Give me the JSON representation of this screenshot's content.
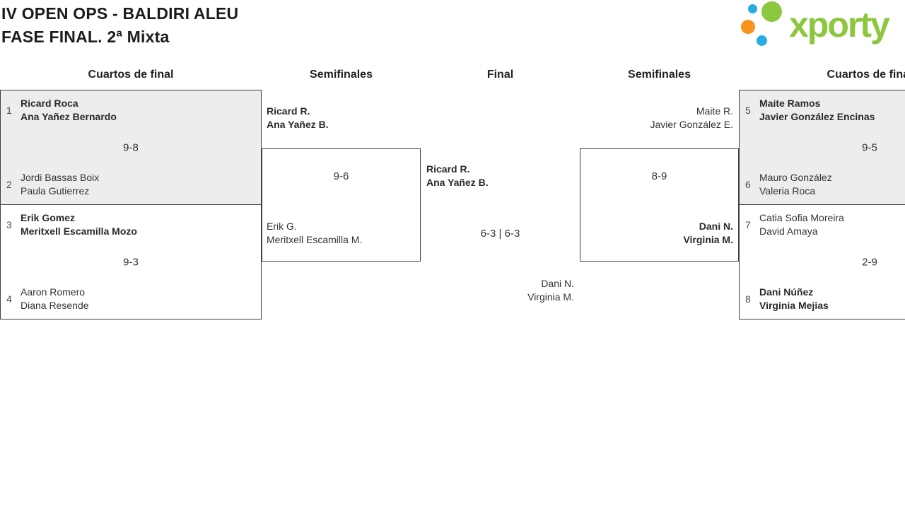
{
  "header": {
    "title": "IV OPEN OPS - BALDIRI ALEU",
    "subtitle": "FASE FINAL. 2ª Mixta"
  },
  "logo": {
    "text": "xporty",
    "colors": {
      "green": "#8dc63f",
      "blue": "#29abe2",
      "orange": "#f7941e"
    }
  },
  "columns": [
    {
      "label": "Cuartos de final"
    },
    {
      "label": "Semifinales"
    },
    {
      "label": "Final"
    },
    {
      "label": "Semifinales"
    },
    {
      "label": "Cuartos de final"
    }
  ],
  "bracket": {
    "qf_left": {
      "match1": {
        "team1": {
          "seed": "1",
          "line1": "Ricard Roca",
          "line2": "Ana Yañez Bernardo",
          "winner": true
        },
        "score": "9-8",
        "team2": {
          "seed": "2",
          "line1": "Jordi Bassas Boix",
          "line2": "Paula Gutierrez",
          "winner": false
        }
      },
      "match2": {
        "team1": {
          "seed": "3",
          "line1": "Erik Gomez",
          "line2": "Meritxell Escamilla Mozo",
          "winner": true
        },
        "score": "9-3",
        "team2": {
          "seed": "4",
          "line1": "Aaron Romero",
          "line2": "Diana Resende",
          "winner": false
        }
      }
    },
    "sf_left": {
      "team1": {
        "line1": "Ricard R.",
        "line2": "Ana Yañez B.",
        "winner": true
      },
      "score": "9-6",
      "team2": {
        "line1": "Erik G.",
        "line2": "Meritxell Escamilla M.",
        "winner": false
      }
    },
    "final": {
      "team1": {
        "line1": "Ricard R.",
        "line2": "Ana Yañez B.",
        "winner": true
      },
      "score": "6-3 | 6-3",
      "team2": {
        "line1": "Dani N.",
        "line2": "Virginia M.",
        "winner": false
      }
    },
    "sf_right": {
      "team1": {
        "line1": "Maite R.",
        "line2": "Javier González E.",
        "winner": false
      },
      "score": "8-9",
      "team2": {
        "line1": "Dani N.",
        "line2": "Virginia M.",
        "winner": true
      }
    },
    "qf_right": {
      "match1": {
        "team1": {
          "seed": "5",
          "line1": "Maite Ramos",
          "line2": "Javier González Encinas",
          "winner": true
        },
        "score": "9-5",
        "team2": {
          "seed": "6",
          "line1": "Mauro González",
          "line2": "Valeria Roca",
          "winner": false
        }
      },
      "match2": {
        "team1": {
          "seed": "7",
          "line1": "Catia Sofia Moreira",
          "line2": "David Amaya",
          "winner": false
        },
        "score": "2-9",
        "team2": {
          "seed": "8",
          "line1": "Dani Núñez",
          "line2": "Virginia Mejias",
          "winner": true
        }
      }
    }
  },
  "styles": {
    "shaded_row_bg": "#ededed",
    "border_color": "#3f3f3f",
    "text_color": "#333333"
  }
}
